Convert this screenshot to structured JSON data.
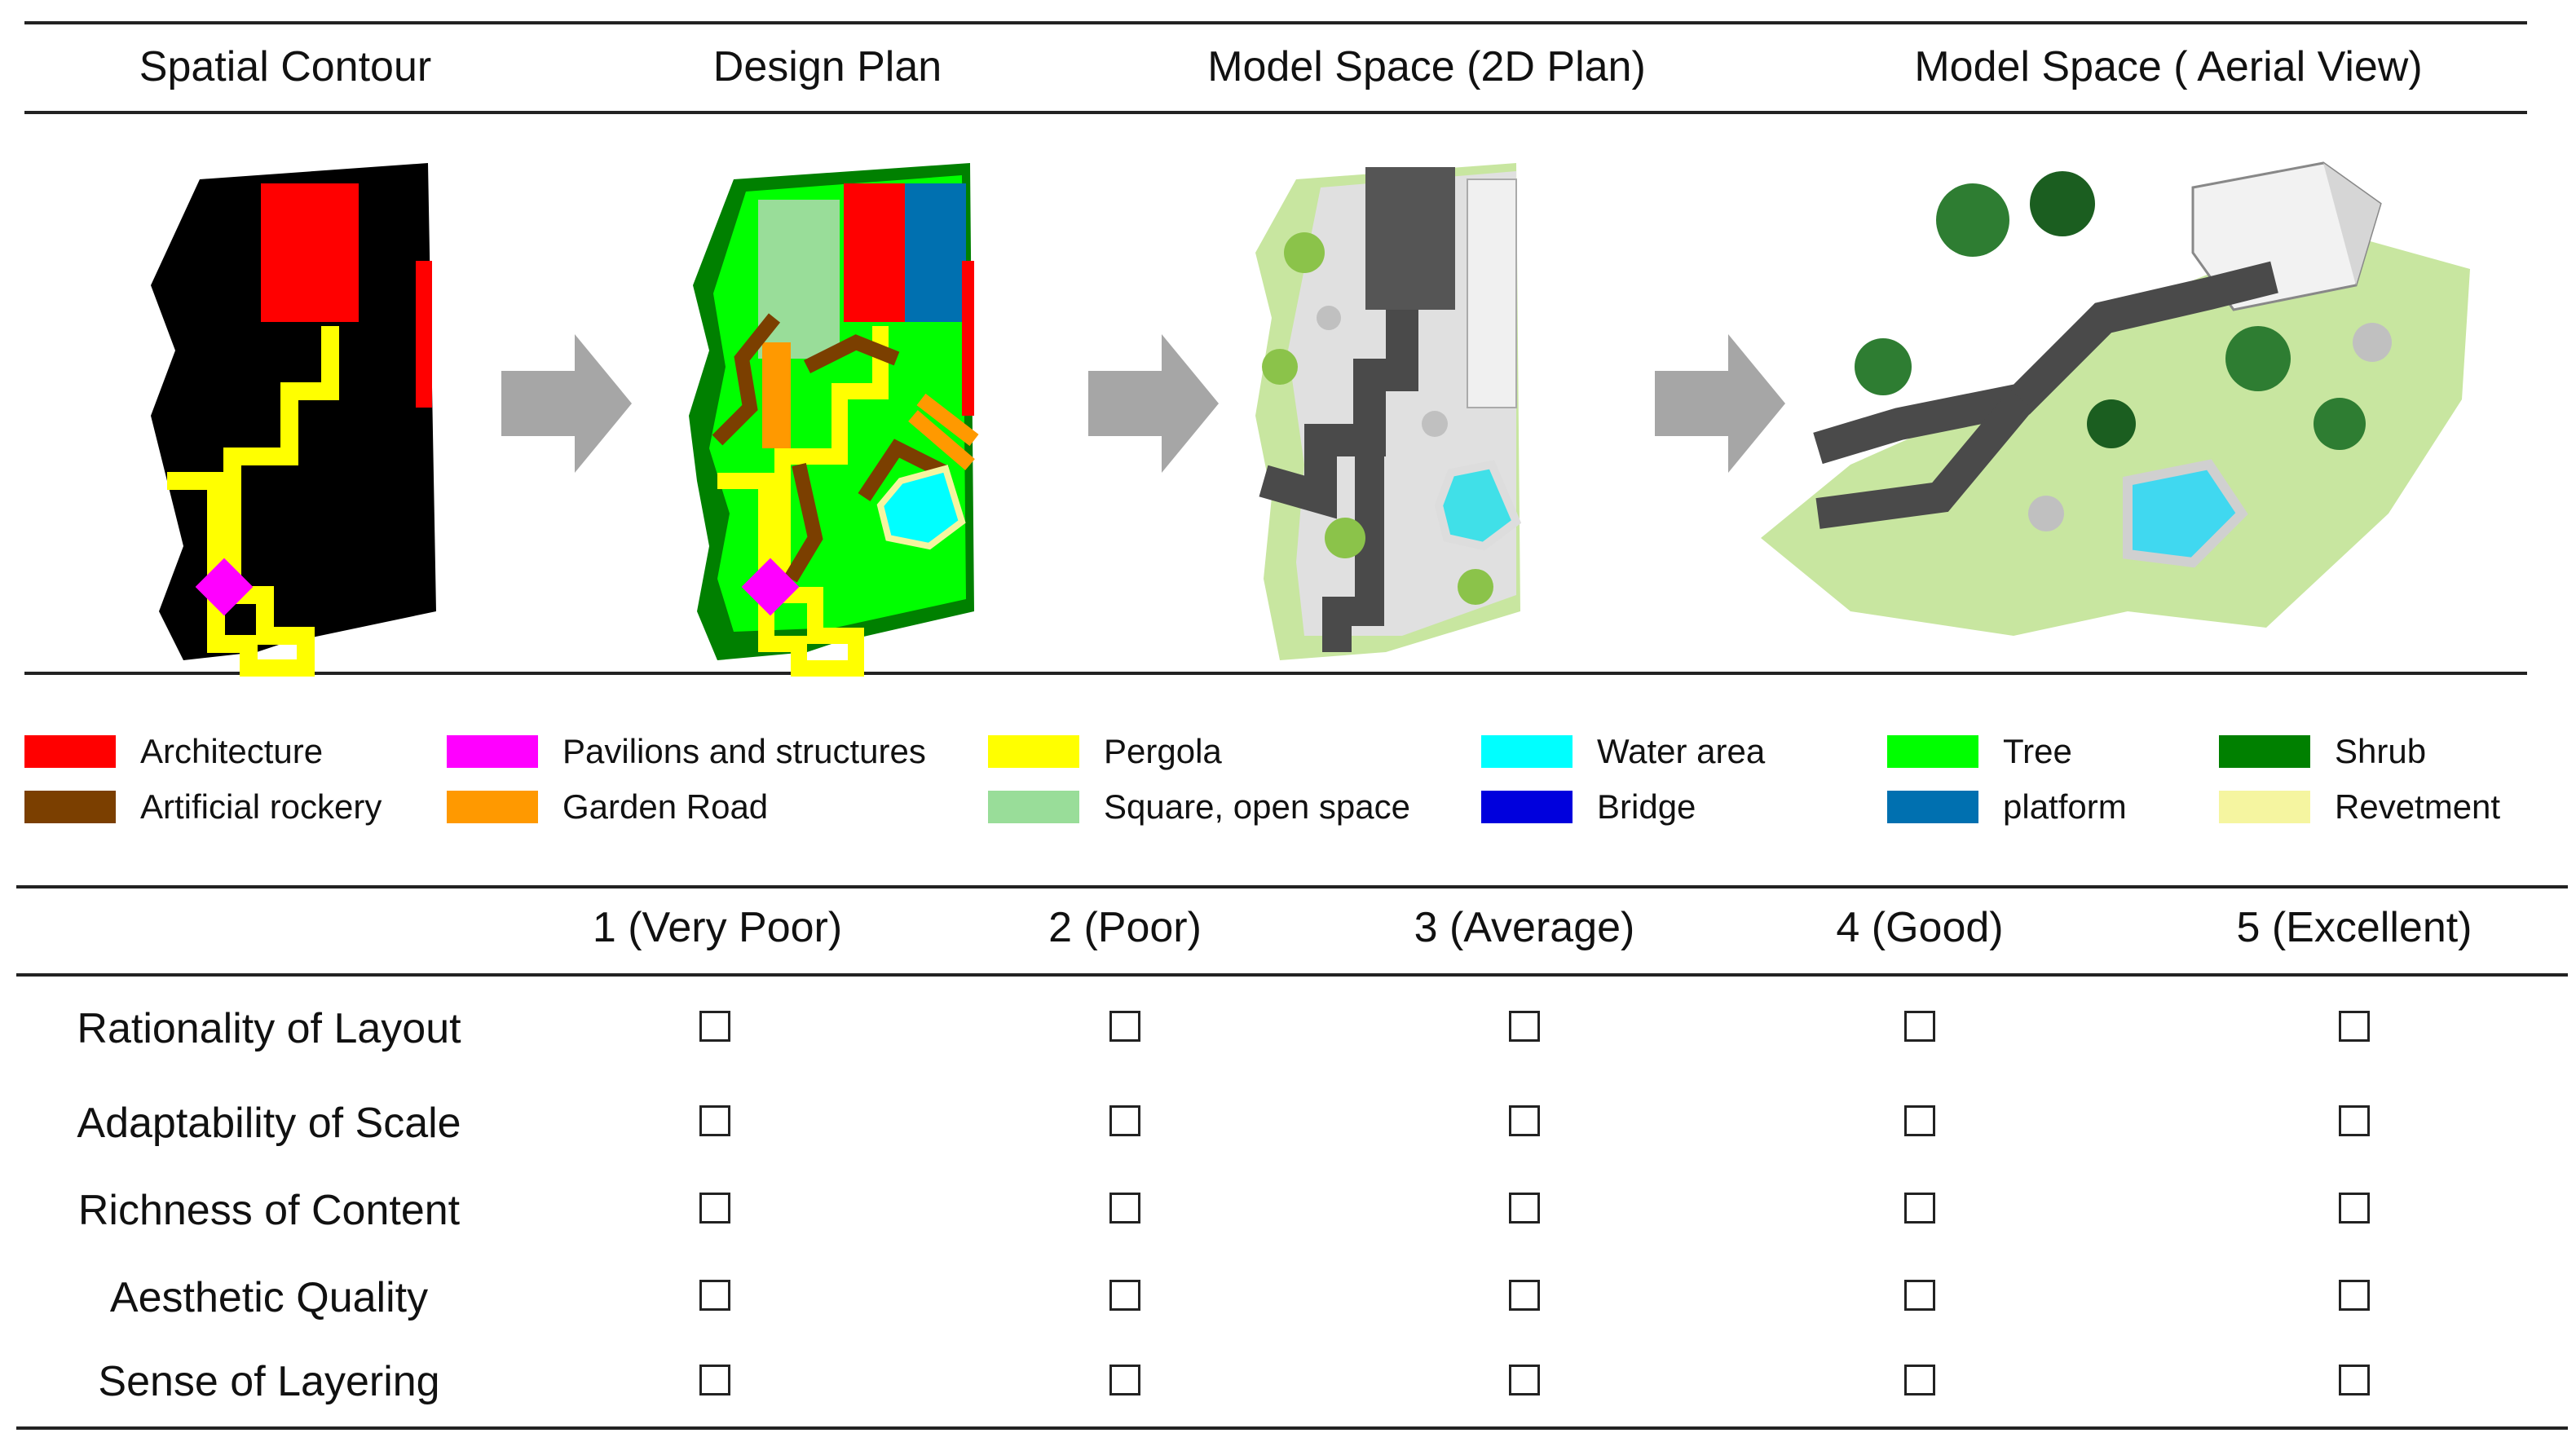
{
  "stages": [
    {
      "title": "Spatial Contour"
    },
    {
      "title": "Design Plan"
    },
    {
      "title": "Model Space (2D Plan)"
    },
    {
      "title": "Model Space ( Aerial View)"
    }
  ],
  "legend": [
    {
      "label": "Architecture",
      "color": "#ff0000"
    },
    {
      "label": "Pavilions and structures",
      "color": "#ff00ff"
    },
    {
      "label": "Pergola",
      "color": "#ffff00"
    },
    {
      "label": "Water area",
      "color": "#00ffff"
    },
    {
      "label": "Tree",
      "color": "#00ff00"
    },
    {
      "label": "Shrub",
      "color": "#008000"
    },
    {
      "label": "Artificial rockery",
      "color": "#7b3f00"
    },
    {
      "label": "Garden Road",
      "color": "#ff9900"
    },
    {
      "label": "Square, open space",
      "color": "#99dd99"
    },
    {
      "label": "Bridge",
      "color": "#0000dd"
    },
    {
      "label": "platform",
      "color": "#0070b0"
    },
    {
      "label": "Revetment",
      "color": "#f5f5a0"
    }
  ],
  "rating": {
    "scale": [
      "1 (Very Poor)",
      "2 (Poor)",
      "3 (Average)",
      "4 (Good)",
      "5 (Excellent)"
    ],
    "criteria": [
      "Rationality of Layout",
      "Adaptability of Scale",
      "Richness of Content",
      "Aesthetic Quality",
      "Sense of Layering"
    ]
  }
}
